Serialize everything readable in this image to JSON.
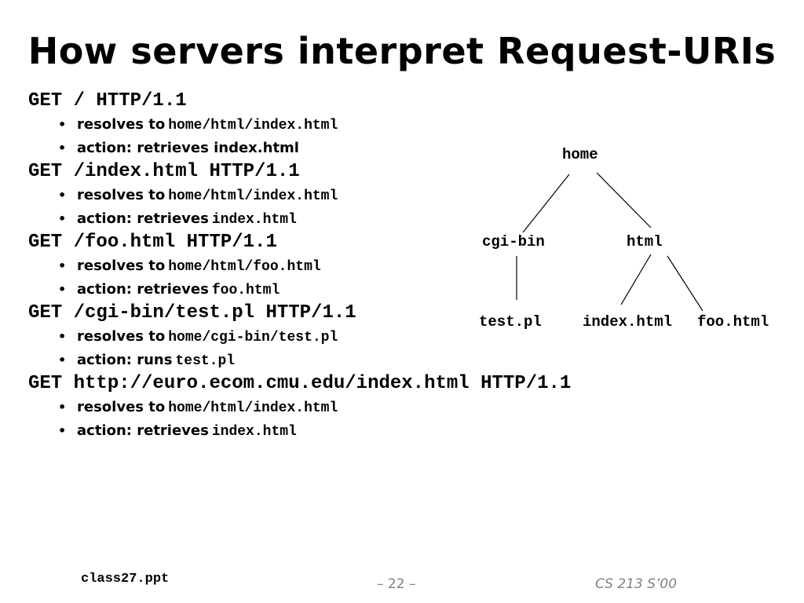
{
  "slide": {
    "title": "How servers interpret Request-URIs"
  },
  "requests": [
    {
      "line": "GET / HTTP/1.1",
      "resolves_label": "resolves to",
      "resolves_path": "home/html/index.html",
      "action_label": "action: retrieves index.html",
      "action_path": ""
    },
    {
      "line": "GET /index.html HTTP/1.1",
      "resolves_label": "resolves to",
      "resolves_path": "home/html/index.html",
      "action_label": "action: retrieves",
      "action_path": "index.html"
    },
    {
      "line": "GET /foo.html HTTP/1.1",
      "resolves_label": "resolves to",
      "resolves_path": "home/html/foo.html",
      "action_label": "action: retrieves",
      "action_path": "foo.html"
    },
    {
      "line": "GET /cgi-bin/test.pl HTTP/1.1",
      "resolves_label": "resolves to",
      "resolves_path": "home/cgi-bin/test.pl",
      "action_label": "action: runs",
      "action_path": "test.pl"
    },
    {
      "line": "GET http://euro.ecom.cmu.edu/index.html HTTP/1.1",
      "resolves_label": "resolves to",
      "resolves_path": "home/html/index.html",
      "action_label": "action: retrieves",
      "action_path": "index.html"
    }
  ],
  "tree": {
    "root": "home",
    "cgi_bin": "cgi-bin",
    "html": "html",
    "test_pl": "test.pl",
    "index_html": "index.html",
    "foo_html": "foo.html"
  },
  "footer": {
    "file": "class27.ppt",
    "page": "– 22 –",
    "course": "CS 213 S’00"
  }
}
